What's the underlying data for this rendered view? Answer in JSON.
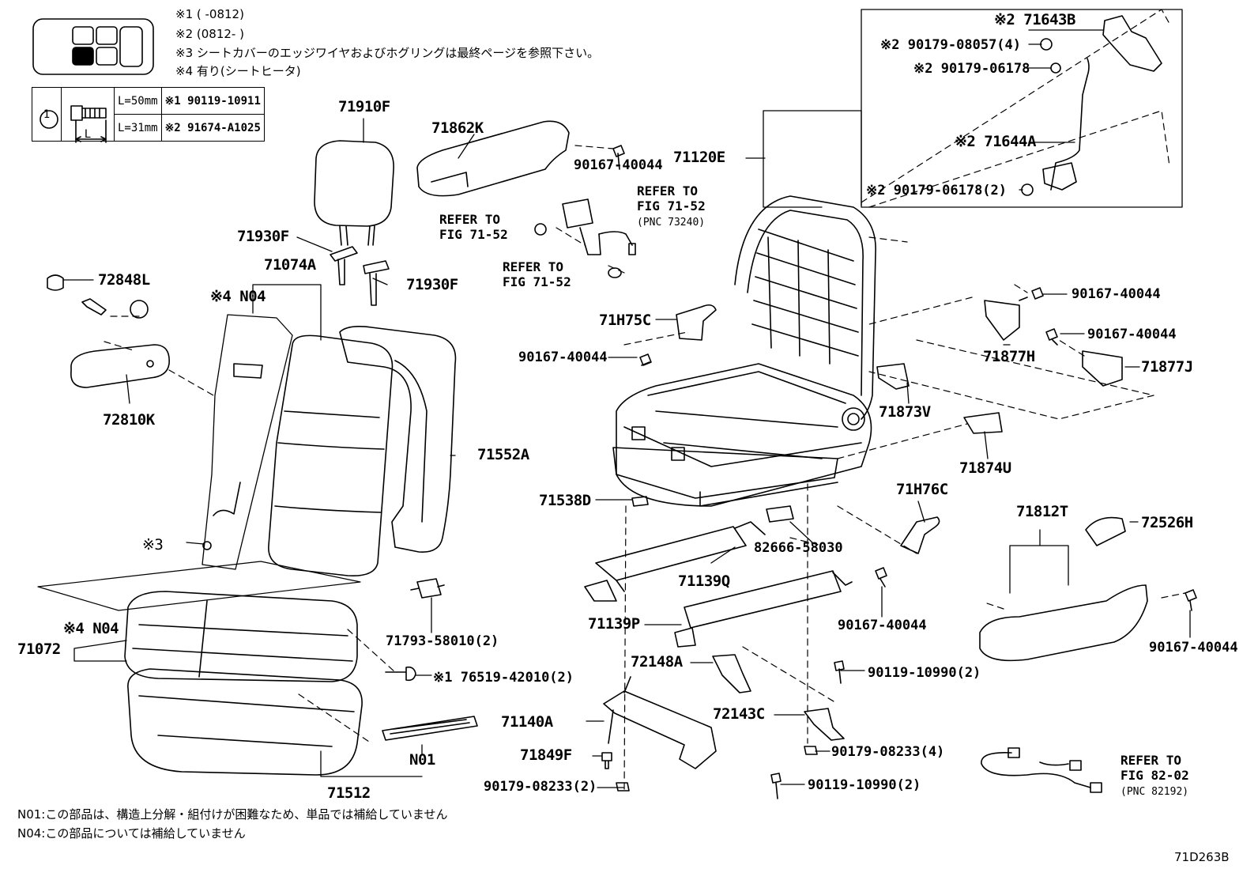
{
  "notes_top": {
    "n1": "※1 (     -0812)",
    "n2": "※2 (0812-     )",
    "n3": "※3 シートカバーのエッジワイヤおよびホグリングは最終ページを参照下さい。",
    "n4": "※4 有り(シートヒータ)"
  },
  "legend": {
    "row1_length": "L=50mm",
    "row1_part": "※1 90119-10911",
    "row2_length": "L=31mm",
    "row2_part": "※2 91674-A1025",
    "circle_label": "1",
    "dim_label": "L"
  },
  "parts": {
    "p71910F": "71910F",
    "p71862K": "71862K",
    "p90167_a": "90167-40044",
    "p71120E": "71120E",
    "p71643B": "※2 71643B",
    "p90179_08057": "※2 90179-08057(4)",
    "p90179_06178a": "※2 90179-06178",
    "p71644A": "※2 71644A",
    "p90179_06178b": "※2 90179-06178(2)",
    "p71930F_a": "71930F",
    "p71930F_b": "71930F",
    "p71074A": "71074A",
    "p_s4_N04_a": "※4 N04",
    "p72848L": "72848L",
    "p72810K": "72810K",
    "p71552A": "71552A",
    "p71H75C": "71H75C",
    "p90167_b": "90167-40044",
    "p90167_c": "90167-40044",
    "p71877H": "71877H",
    "p90167_d": "90167-40044",
    "p71877J": "71877J",
    "p71873V": "71873V",
    "p71874U": "71874U",
    "p71538D": "71538D",
    "p71H76C": "71H76C",
    "p82666": "82666-58030",
    "p71812T": "71812T",
    "p72526H": "72526H",
    "p71139Q": "71139Q",
    "p71139P": "71139P",
    "p90167_e": "90167-40044",
    "p90167_f": "90167-40044",
    "p71793": "71793-58010(2)",
    "p_s3": "※3",
    "p_s4_N04_b": "※4 N04",
    "p71072": "71072",
    "p76519": "※1 76519-42010(2)",
    "p72148A": "72148A",
    "p90119_a": "90119-10990(2)",
    "p72143C": "72143C",
    "p71140A": "71140A",
    "p90179_08233a": "90179-08233(4)",
    "p71849F": "71849F",
    "p90179_08233b": "90179-08233(2)",
    "p90119_b": "90119-10990(2)",
    "pN01": "N01",
    "p71512": "71512"
  },
  "refs": {
    "r1_line1": "REFER TO",
    "r1_line2": "FIG 71-52",
    "r1_line3": "(PNC 73240)",
    "r2_line1": "REFER TO",
    "r2_line2": "FIG 71-52",
    "r3_line1": "REFER TO",
    "r3_line2": "FIG 71-52",
    "r4_line1": "REFER TO",
    "r4_line2": "FIG 82-02",
    "r4_line3": "(PNC 82192)"
  },
  "footer": {
    "n01": "N01:この部品は、構造上分解・組付けが困難なため、単品では補給していません",
    "n04": "N04:この部品については補給していません",
    "fig_id": "71D263B"
  }
}
